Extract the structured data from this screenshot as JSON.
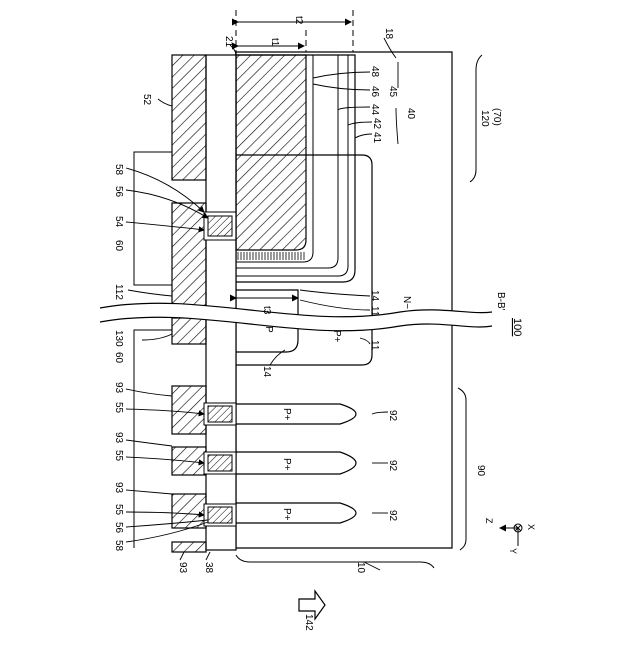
{
  "figure": {
    "section_label": "B-B'",
    "device_label": "100",
    "axes": {
      "z": "Z",
      "x": "X",
      "y": "Y"
    },
    "direction_ref": "142"
  },
  "regions": {
    "p_plus_small": "P+",
    "p_region": "P",
    "p_plus_base": "P+",
    "n_minus": "N−",
    "p_plus_fingers": [
      "P+",
      "P+",
      "P+"
    ]
  },
  "dimensions": {
    "t1": "t1",
    "t2": "t2",
    "t3": "t3"
  },
  "labels": {
    "l18": "18",
    "l21": "21",
    "l52": "52",
    "l58_top": "58",
    "l56_top": "56",
    "l54": "54",
    "l60_top": "60",
    "l112": "112",
    "l130": "130",
    "l60_mid": "60",
    "l93_a": "93",
    "l55_a": "55",
    "l93_b": "93",
    "l55_b": "55",
    "l93_c": "93",
    "l55_c": "55",
    "l56_bot": "56",
    "l58_bot": "58",
    "l93_bot": "93",
    "l38": "38",
    "l10": "10",
    "l48": "48",
    "l46": "46",
    "l44": "44",
    "l45": "45",
    "l42": "42",
    "l41": "41",
    "l40": "40",
    "l14_right": "14",
    "l11_right": "11",
    "l14_left": "14",
    "l11_left": "11",
    "l92_a": "92",
    "l92_b": "92",
    "l92_c": "92",
    "l120": "120",
    "l70": "(70)",
    "l90": "90"
  }
}
